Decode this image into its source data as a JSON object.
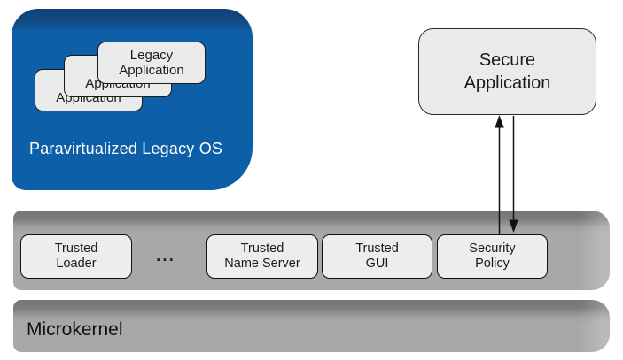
{
  "colors": {
    "legacy_os_blue": "#0d5fa8",
    "legacy_os_blue_dark": "#0e4377",
    "slab_gray": "#a8a8a8",
    "slab_gray_dark": "#767676",
    "box_fill": "#ebebeb",
    "box_border": "#1a1a1a",
    "os_label_text": "#ffffff"
  },
  "legacy_os": {
    "label": "Paravirtualized Legacy OS",
    "apps": [
      {
        "label": "Legacy\nApplication"
      },
      {
        "label": "Legacy\nApplication"
      },
      {
        "label": "Legacy\nApplication"
      }
    ]
  },
  "secure_app": {
    "label": "Secure\nApplication"
  },
  "services": {
    "ellipsis": "...",
    "items": [
      {
        "label": "Trusted\nLoader"
      },
      {
        "label": "Trusted\nName Server"
      },
      {
        "label": "Trusted\nGUI"
      },
      {
        "label": "Security\nPolicy"
      }
    ]
  },
  "microkernel": {
    "label": "Microkernel"
  }
}
